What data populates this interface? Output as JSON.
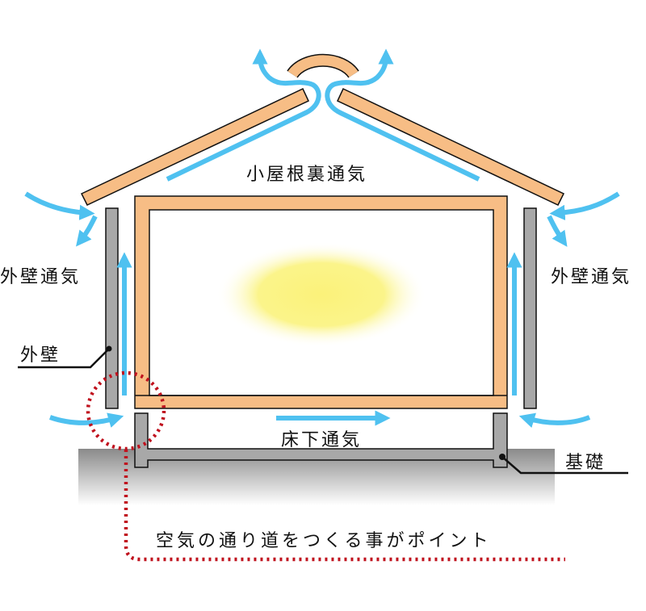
{
  "labels": {
    "attic_ventilation": "小屋根裏通気",
    "wall_ventilation_left": "外壁通気",
    "wall_ventilation_right": "外壁通気",
    "exterior_wall": "外壁",
    "underfloor_ventilation": "床下通気",
    "foundation": "基礎",
    "point_note": "空気の通り道をつくる事がポイント"
  },
  "colors": {
    "timber": "#f7bd85",
    "airflow": "#4fc1f0",
    "wall": "#a8a8a8",
    "highlight": "#c0121e",
    "light": "#fbf48a"
  }
}
